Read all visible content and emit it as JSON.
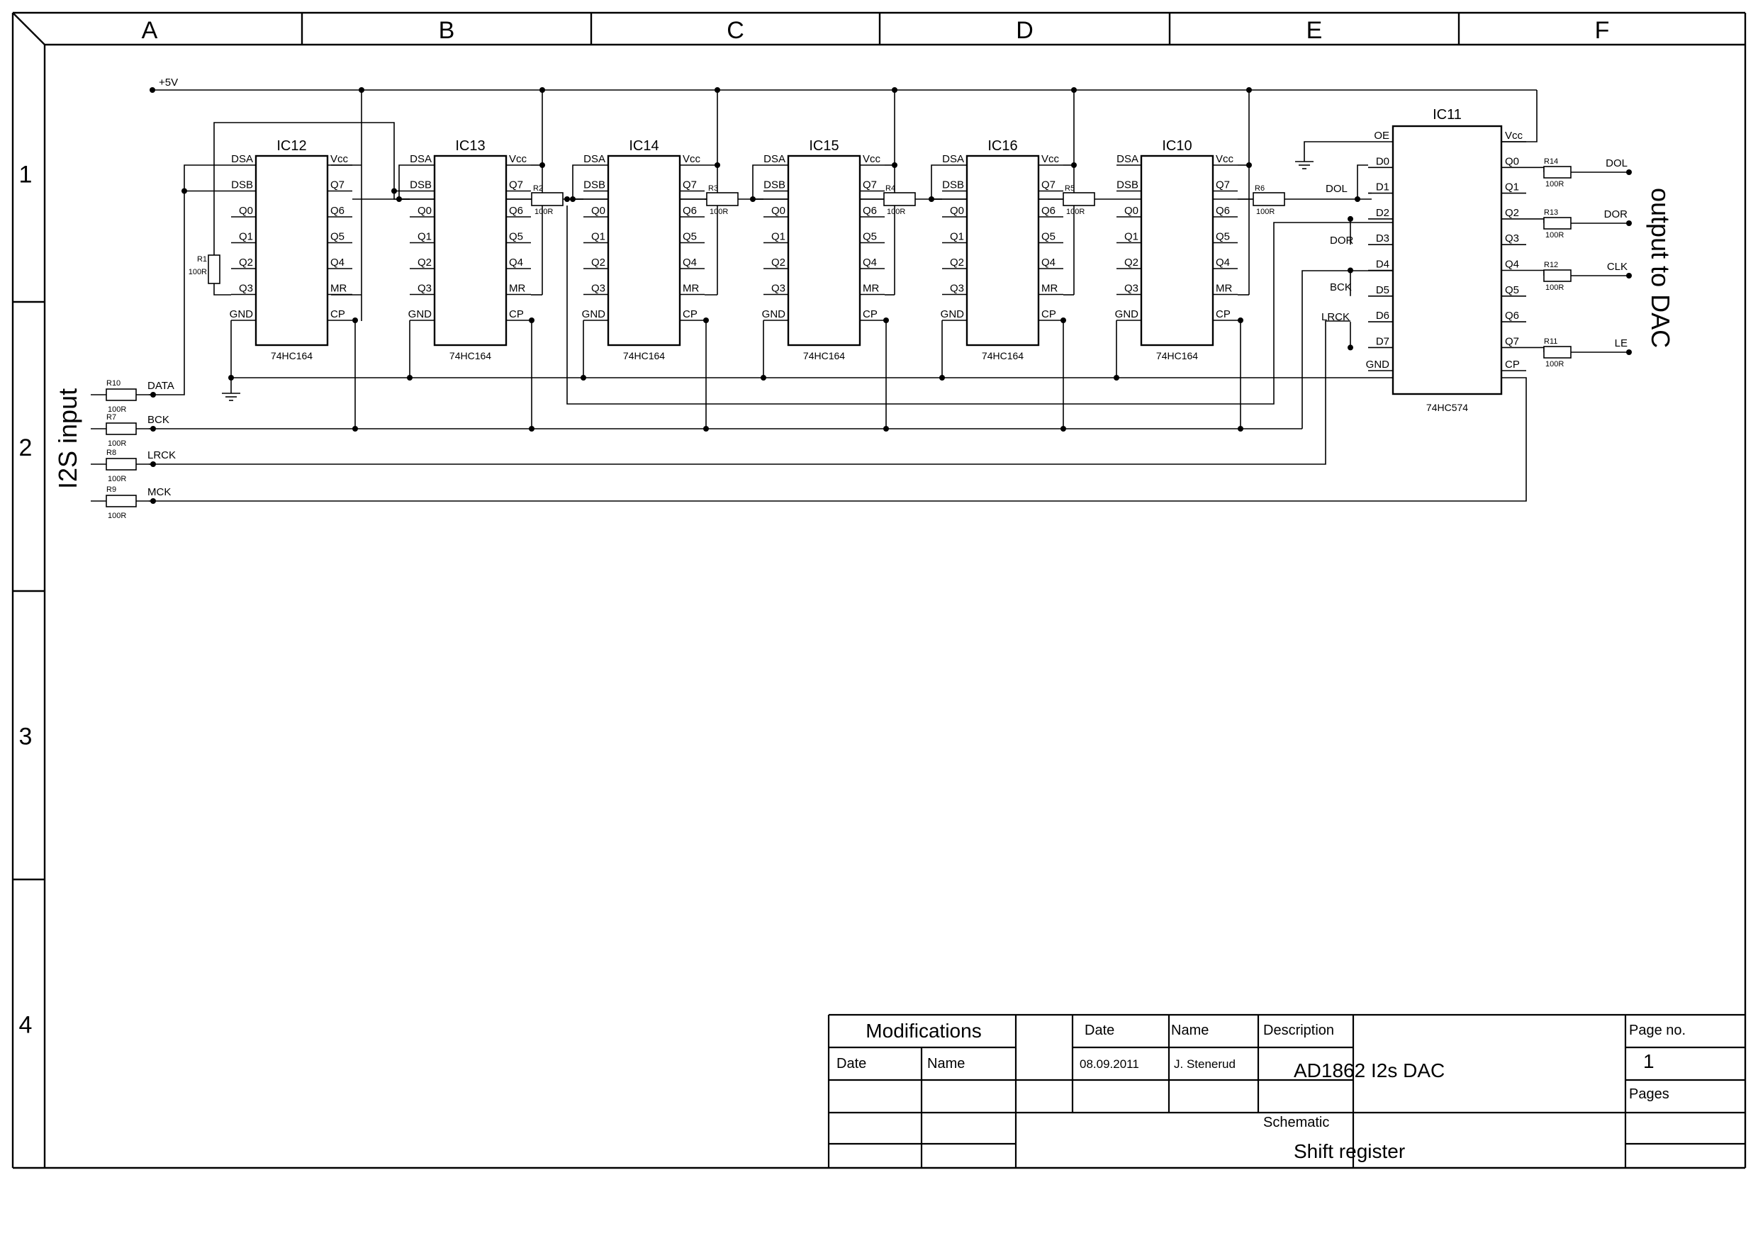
{
  "frame": {
    "columns": [
      "A",
      "B",
      "C",
      "D",
      "E",
      "F"
    ],
    "rows": [
      "1",
      "2",
      "3",
      "4"
    ]
  },
  "power": {
    "label": "+5V"
  },
  "chips_164": [
    {
      "name": "IC12",
      "part": "74HC164"
    },
    {
      "name": "IC13",
      "part": "74HC164"
    },
    {
      "name": "IC14",
      "part": "74HC164"
    },
    {
      "name": "IC15",
      "part": "74HC164"
    },
    {
      "name": "IC16",
      "part": "74HC164"
    },
    {
      "name": "IC10",
      "part": "74HC164"
    }
  ],
  "pins_164_left": [
    "DSA",
    "DSB",
    "Q0",
    "Q1",
    "Q2",
    "Q3",
    "GND"
  ],
  "pins_164_right": [
    "Vcc",
    "Q7",
    "Q6",
    "Q5",
    "Q4",
    "MR",
    "CP"
  ],
  "chip_574": {
    "name": "IC11",
    "part": "74HC574",
    "left_pins": [
      "OE",
      "D0",
      "D1",
      "D2",
      "D3",
      "D4",
      "D5",
      "D6",
      "D7",
      "GND"
    ],
    "right_pins": [
      "Vcc",
      "Q0",
      "Q1",
      "Q2",
      "Q3",
      "Q4",
      "Q5",
      "Q6",
      "Q7",
      "CP"
    ]
  },
  "inline_resistors": [
    {
      "ref": "R2",
      "value": "100R"
    },
    {
      "ref": "R3",
      "value": "100R"
    },
    {
      "ref": "R4",
      "value": "100R"
    },
    {
      "ref": "R5",
      "value": "100R"
    },
    {
      "ref": "R6",
      "value": "100R"
    }
  ],
  "r1": {
    "ref": "R1",
    "value": "100R"
  },
  "inputs": {
    "title": "I2S input",
    "lines": [
      {
        "ref": "R10",
        "value": "100R",
        "net": "DATA"
      },
      {
        "ref": "R7",
        "value": "100R",
        "net": "BCK"
      },
      {
        "ref": "R8",
        "value": "100R",
        "net": "LRCK"
      },
      {
        "ref": "R9",
        "value": "100R",
        "net": "MCK"
      }
    ]
  },
  "ic11_input_nets": [
    "DOL",
    "DOR",
    "BCK",
    "LRCK"
  ],
  "outputs": {
    "title": "output to DAC",
    "lines": [
      {
        "ref": "R14",
        "value": "100R",
        "net": "DOL"
      },
      {
        "ref": "R13",
        "value": "100R",
        "net": "DOR"
      },
      {
        "ref": "R12",
        "value": "100R",
        "net": "CLK"
      },
      {
        "ref": "R11",
        "value": "100R",
        "net": "LE"
      }
    ]
  },
  "title_block": {
    "modifications": "Modifications",
    "mod_date_header": "Date",
    "mod_name_header": "Name",
    "date_header": "Date",
    "name_header": "Name",
    "date": "08.09.2011",
    "author": "J. Stenerud",
    "description_label": "Description",
    "description": "AD1862 I2s DAC",
    "schematic_label": "Schematic",
    "schematic": "Shift register",
    "page_no_label": "Page no.",
    "page_no": "1",
    "pages_label": "Pages"
  }
}
